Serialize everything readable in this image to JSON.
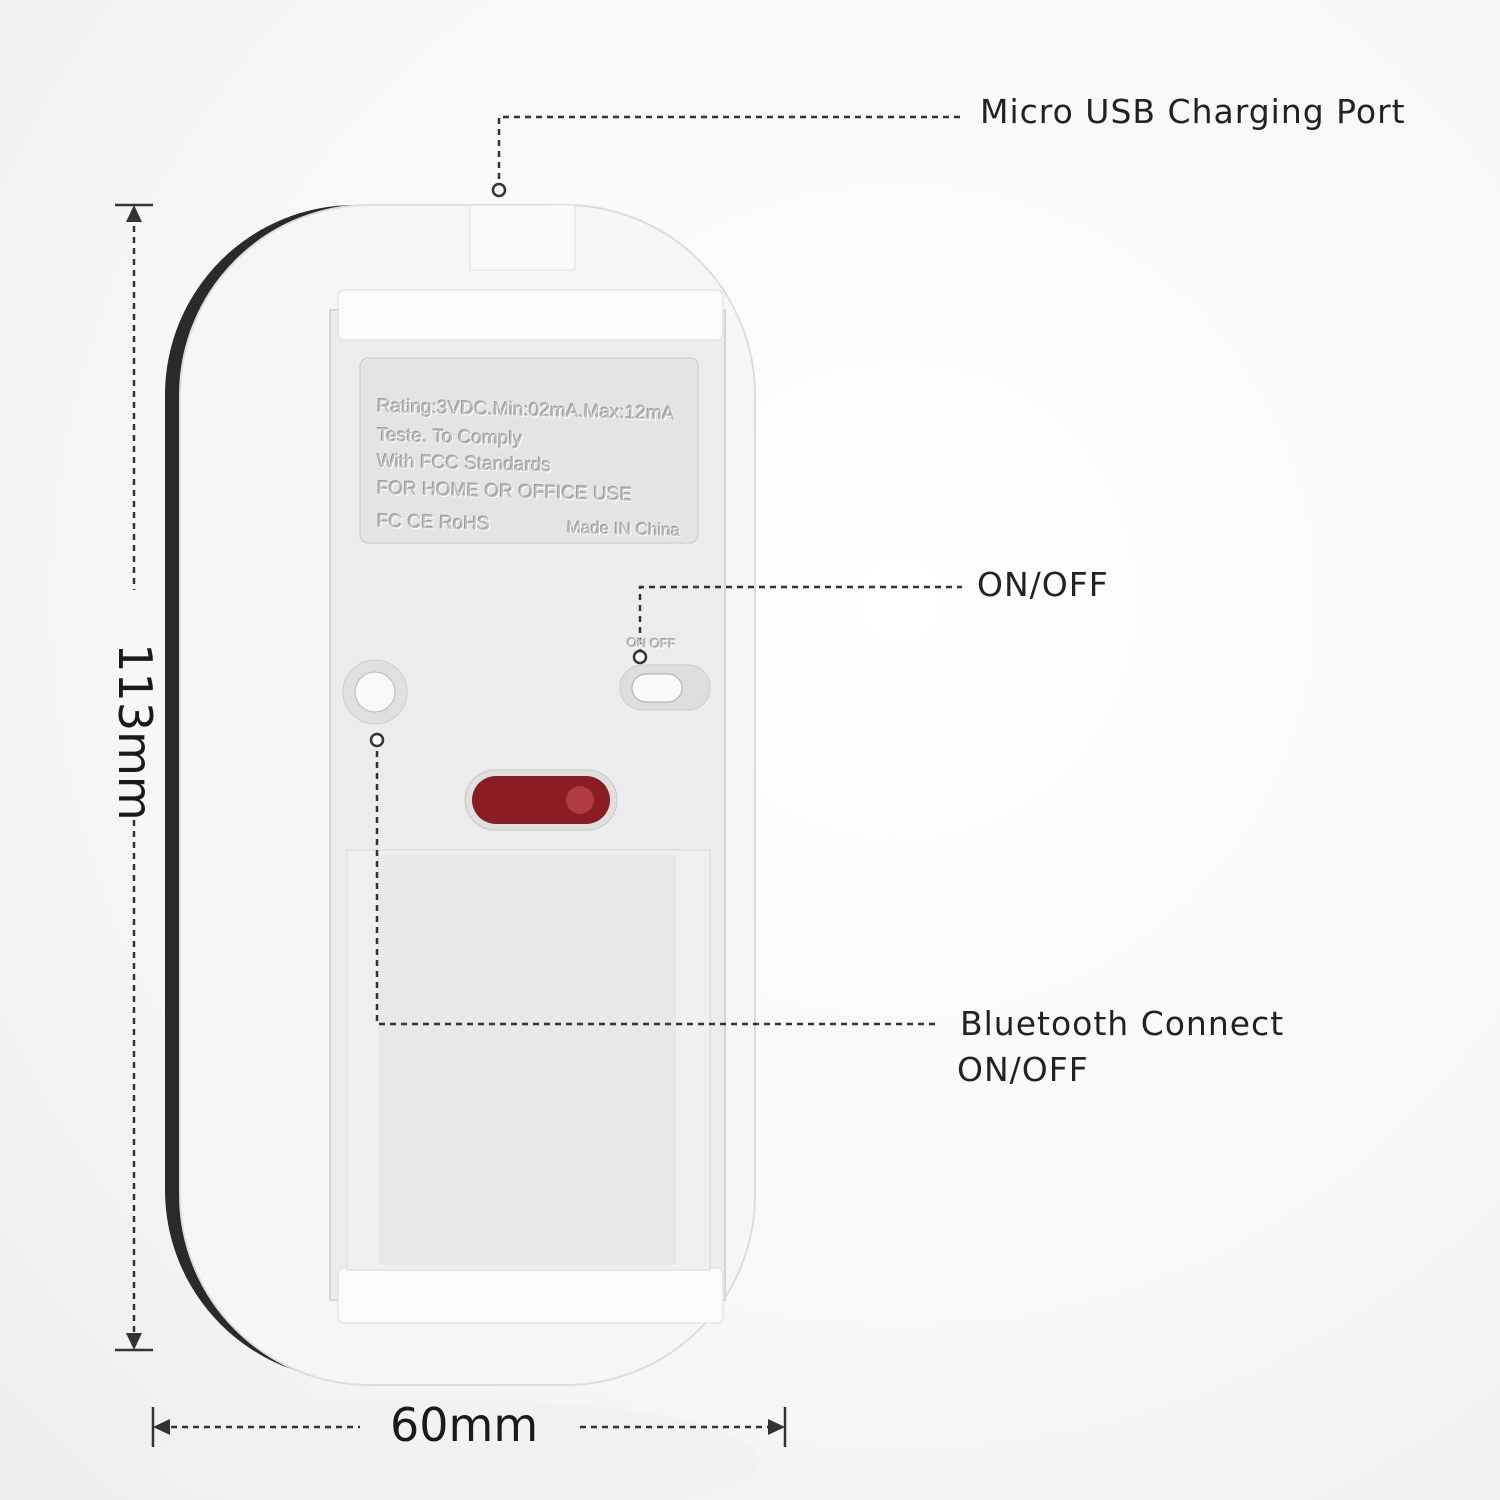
{
  "callouts": {
    "usb": "Micro USB Charging Port",
    "power": "ON/OFF",
    "bluetooth_line1": "Bluetooth  Connect",
    "bluetooth_line2": "ON/OFF"
  },
  "dimensions": {
    "height": "113mm",
    "width": "60mm"
  },
  "label_plate": {
    "lines": [
      "Rating:3VDC.Min:02mA.Max:12mA",
      "Teste. To Comply",
      "With FCC Standards",
      "FOR HOME OR OFFICE USE"
    ],
    "marks": "FC CE RoHS",
    "origin": "Made IN China"
  },
  "switch_label": "ON OFF",
  "colors": {
    "sensor": "#8a1c24",
    "body": "#f4f4f4"
  }
}
